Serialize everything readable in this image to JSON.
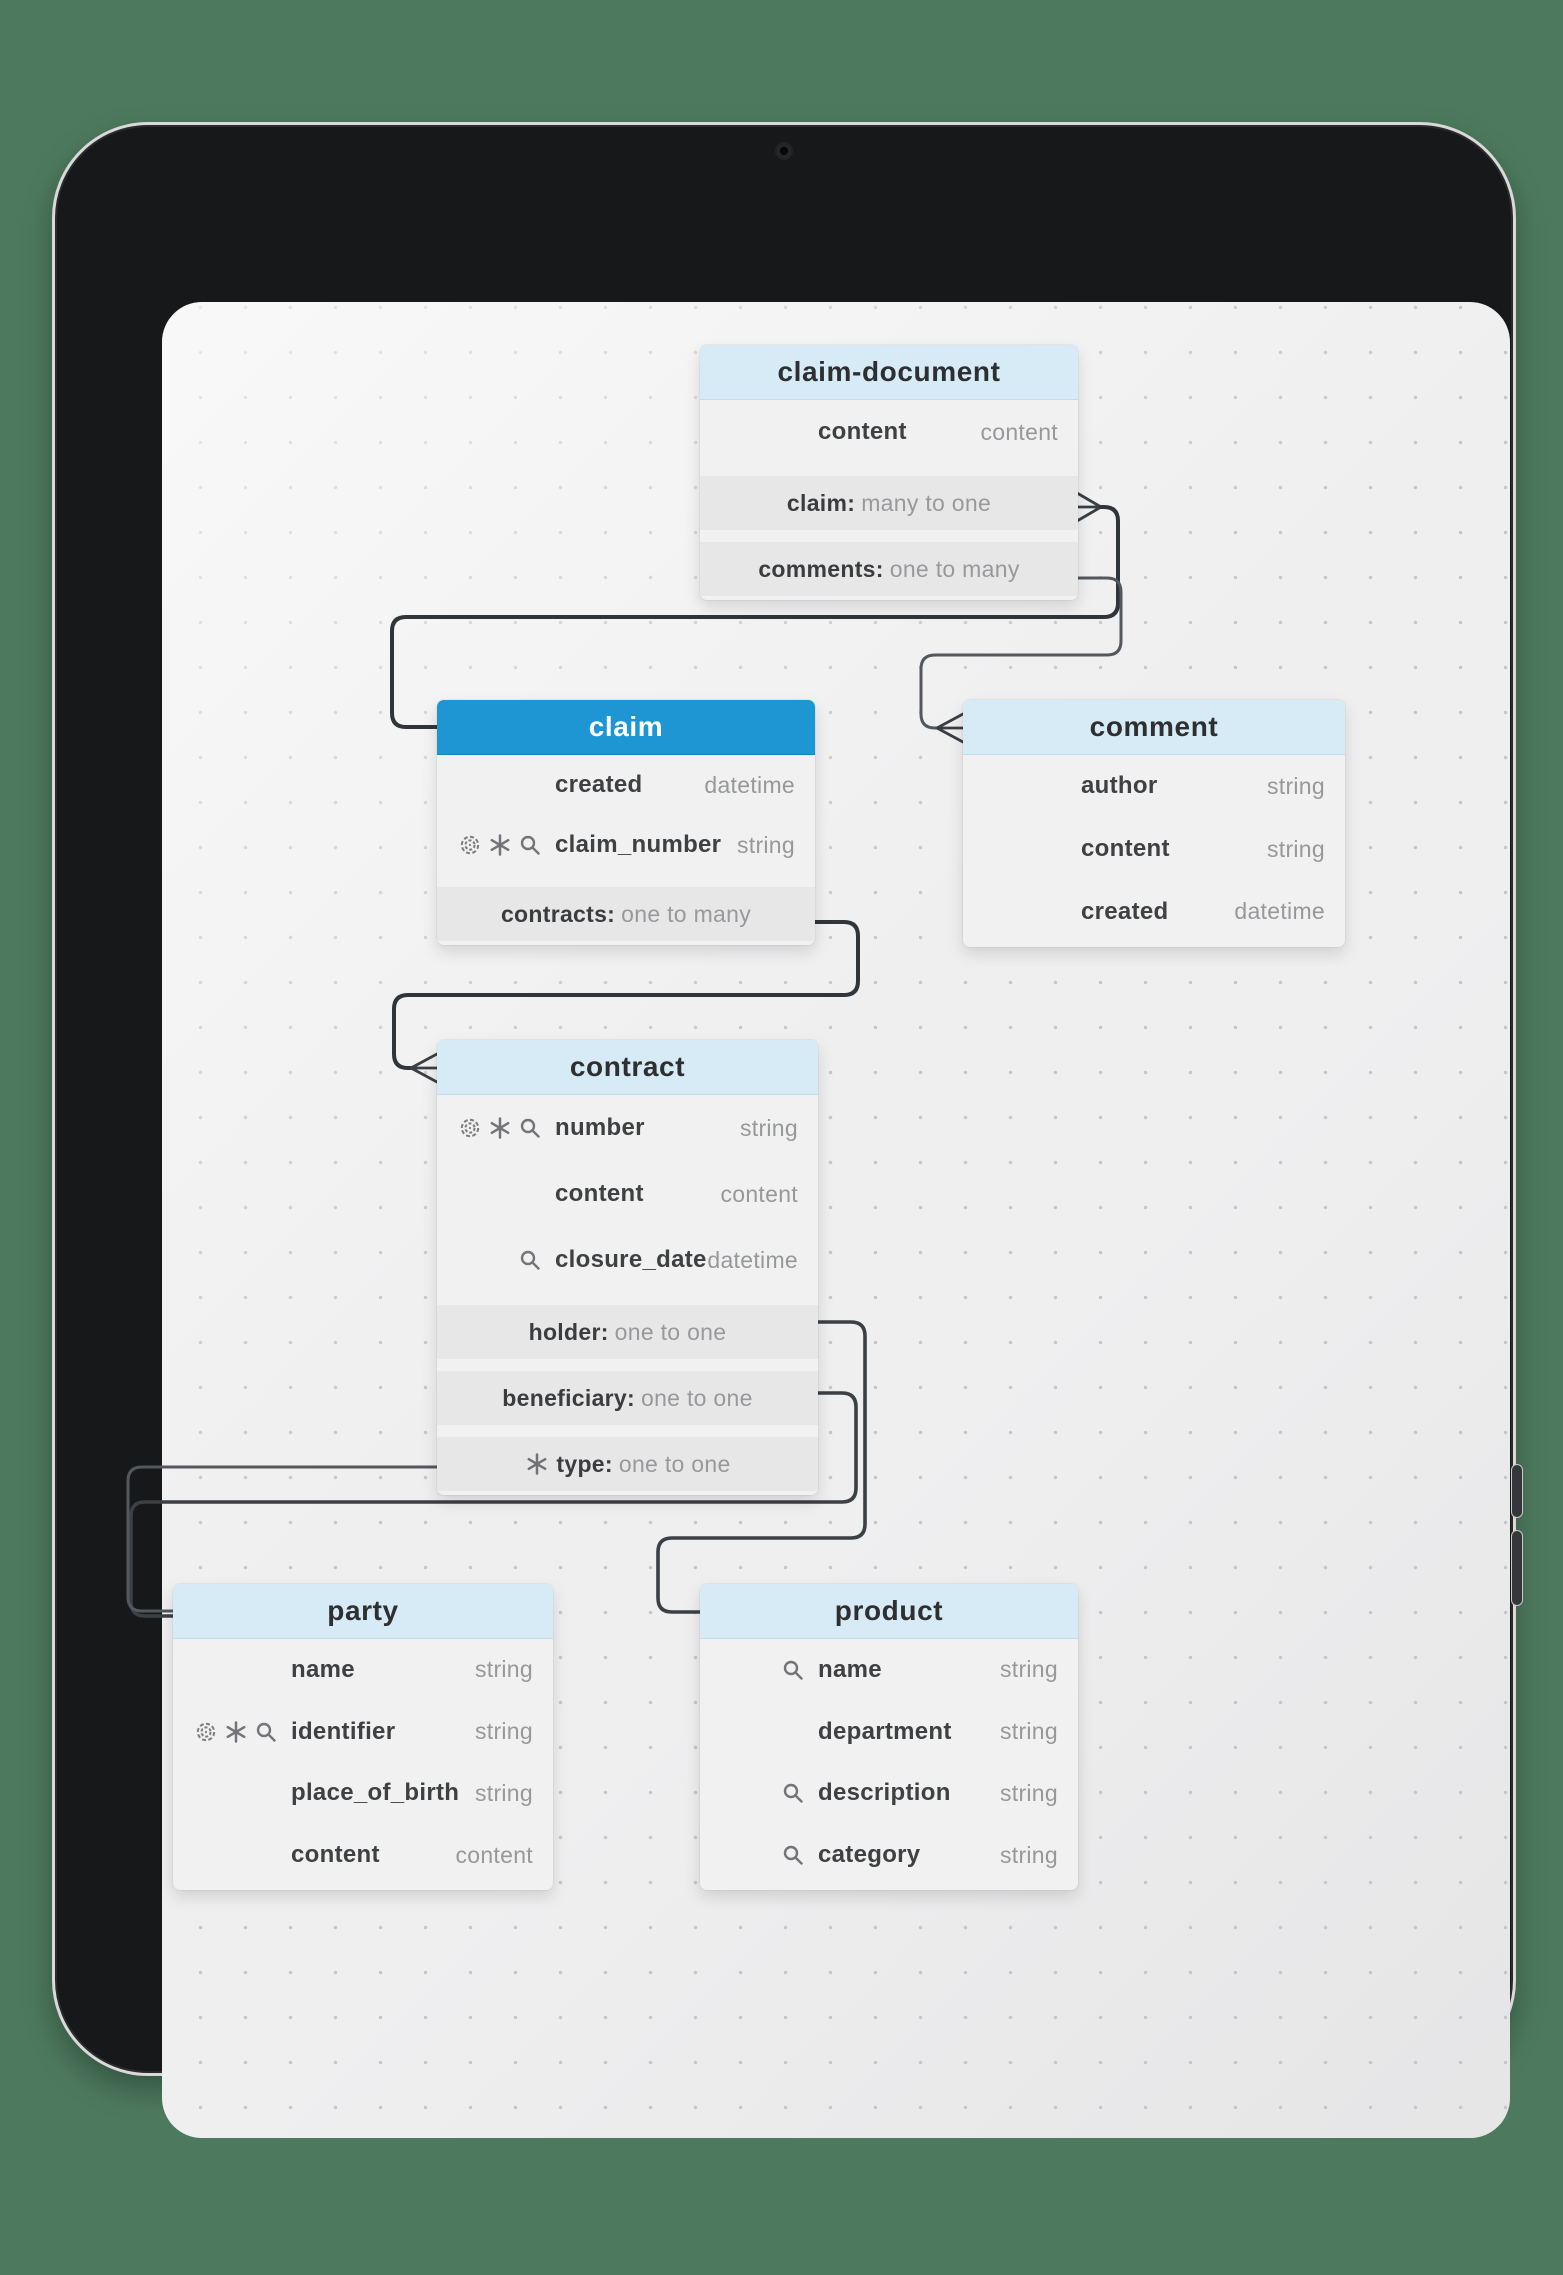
{
  "device": {
    "kind": "tablet mockup",
    "background_color": "#4d7a5e",
    "frame_color": "#17181a",
    "screen_color": "#efeff0"
  },
  "colors": {
    "entity_header": "#d6ebf6",
    "entity_header_selected": "#1e96d3",
    "entity_body": "#f1f1f1",
    "relation_row": "#e7e7e8",
    "edge": "#30353a"
  },
  "entities": [
    {
      "id": "claim-document",
      "title": "claim-document",
      "selected": false,
      "rows": [
        {
          "kind": "field",
          "icons": [],
          "name": "content",
          "type": "content"
        },
        {
          "kind": "relation",
          "icons": [],
          "name": "claim",
          "cardinality": "many to one"
        },
        {
          "kind": "relation",
          "icons": [],
          "name": "comments",
          "cardinality": "one to many"
        }
      ]
    },
    {
      "id": "claim",
      "title": "claim",
      "selected": true,
      "rows": [
        {
          "kind": "field",
          "icons": [],
          "name": "created",
          "type": "datetime"
        },
        {
          "kind": "field",
          "icons": [
            "fingerprint",
            "asterisk",
            "search"
          ],
          "name": "claim_number",
          "type": "string"
        },
        {
          "kind": "relation",
          "icons": [],
          "name": "contracts",
          "cardinality": "one to many"
        }
      ]
    },
    {
      "id": "comment",
      "title": "comment",
      "selected": false,
      "rows": [
        {
          "kind": "field",
          "icons": [],
          "name": "author",
          "type": "string"
        },
        {
          "kind": "field",
          "icons": [],
          "name": "content",
          "type": "string"
        },
        {
          "kind": "field",
          "icons": [],
          "name": "created",
          "type": "datetime"
        }
      ]
    },
    {
      "id": "contract",
      "title": "contract",
      "selected": false,
      "rows": [
        {
          "kind": "field",
          "icons": [
            "fingerprint",
            "asterisk",
            "search"
          ],
          "name": "number",
          "type": "string"
        },
        {
          "kind": "field",
          "icons": [],
          "name": "content",
          "type": "content"
        },
        {
          "kind": "field",
          "icons": [
            "search"
          ],
          "name": "closure_date",
          "type": "datetime"
        },
        {
          "kind": "relation",
          "icons": [],
          "name": "holder",
          "cardinality": "one to one"
        },
        {
          "kind": "relation",
          "icons": [],
          "name": "beneficiary",
          "cardinality": "one to one"
        },
        {
          "kind": "relation",
          "icons": [
            "asterisk"
          ],
          "name": "type",
          "cardinality": "one to one"
        }
      ]
    },
    {
      "id": "party",
      "title": "party",
      "selected": false,
      "rows": [
        {
          "kind": "field",
          "icons": [],
          "name": "name",
          "type": "string"
        },
        {
          "kind": "field",
          "icons": [
            "fingerprint",
            "asterisk",
            "search"
          ],
          "name": "identifier",
          "type": "string"
        },
        {
          "kind": "field",
          "icons": [],
          "name": "place_of_birth",
          "type": "string"
        },
        {
          "kind": "field",
          "icons": [],
          "name": "content",
          "type": "content"
        }
      ]
    },
    {
      "id": "product",
      "title": "product",
      "selected": false,
      "rows": [
        {
          "kind": "field",
          "icons": [
            "search"
          ],
          "name": "name",
          "type": "string"
        },
        {
          "kind": "field",
          "icons": [],
          "name": "department",
          "type": "string"
        },
        {
          "kind": "field",
          "icons": [
            "search"
          ],
          "name": "description",
          "type": "string"
        },
        {
          "kind": "field",
          "icons": [
            "search"
          ],
          "name": "category",
          "type": "string"
        }
      ]
    }
  ],
  "edges": [
    {
      "from": "claim-document",
      "relation": "claim",
      "to": "claim",
      "cardinality": "many to one"
    },
    {
      "from": "claim-document",
      "relation": "comments",
      "to": "comment",
      "cardinality": "one to many"
    },
    {
      "from": "claim",
      "relation": "contracts",
      "to": "contract",
      "cardinality": "one to many"
    },
    {
      "from": "contract",
      "relation": "holder",
      "to": "party",
      "cardinality": "one to one"
    },
    {
      "from": "contract",
      "relation": "beneficiary",
      "to": "party",
      "cardinality": "one to one"
    },
    {
      "from": "contract",
      "relation": "type",
      "to": "product",
      "cardinality": "one to one"
    }
  ]
}
